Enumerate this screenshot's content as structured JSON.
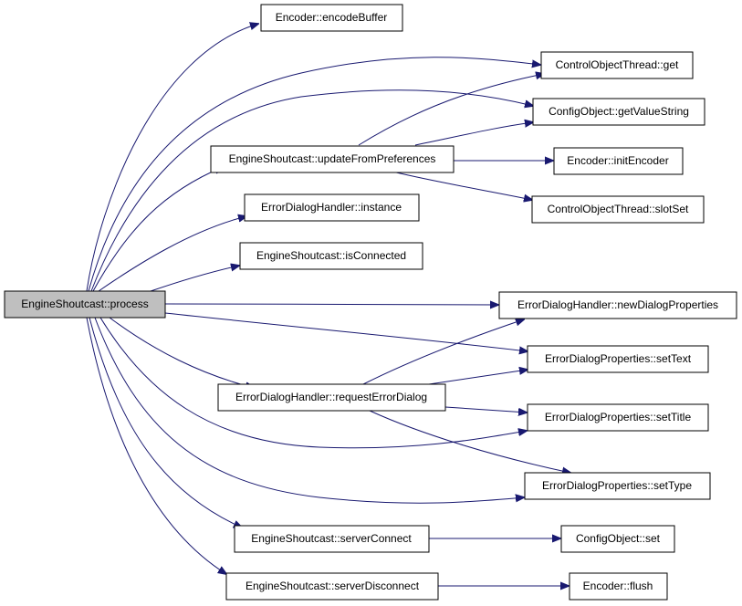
{
  "graph": {
    "nodes": {
      "process": "EngineShoutcast::process",
      "encodeBuffer": "Encoder::encodeBuffer",
      "cotGet": "ControlObjectThread::get",
      "getValueString": "ConfigObject::getValueString",
      "updateFromPreferences": "EngineShoutcast::updateFromPreferences",
      "initEncoder": "Encoder::initEncoder",
      "instance": "ErrorDialogHandler::instance",
      "slotSet": "ControlObjectThread::slotSet",
      "isConnected": "EngineShoutcast::isConnected",
      "newDialogProperties": "ErrorDialogHandler::newDialogProperties",
      "setText": "ErrorDialogProperties::setText",
      "requestErrorDialog": "ErrorDialogHandler::requestErrorDialog",
      "setTitle": "ErrorDialogProperties::setTitle",
      "setType": "ErrorDialogProperties::setType",
      "serverConnect": "EngineShoutcast::serverConnect",
      "configSet": "ConfigObject::set",
      "serverDisconnect": "EngineShoutcast::serverDisconnect",
      "flush": "Encoder::flush"
    },
    "colors": {
      "edge": "#191970",
      "root_fill": "#bfbfbf",
      "node_fill": "#ffffff",
      "node_stroke": "#000000"
    }
  }
}
